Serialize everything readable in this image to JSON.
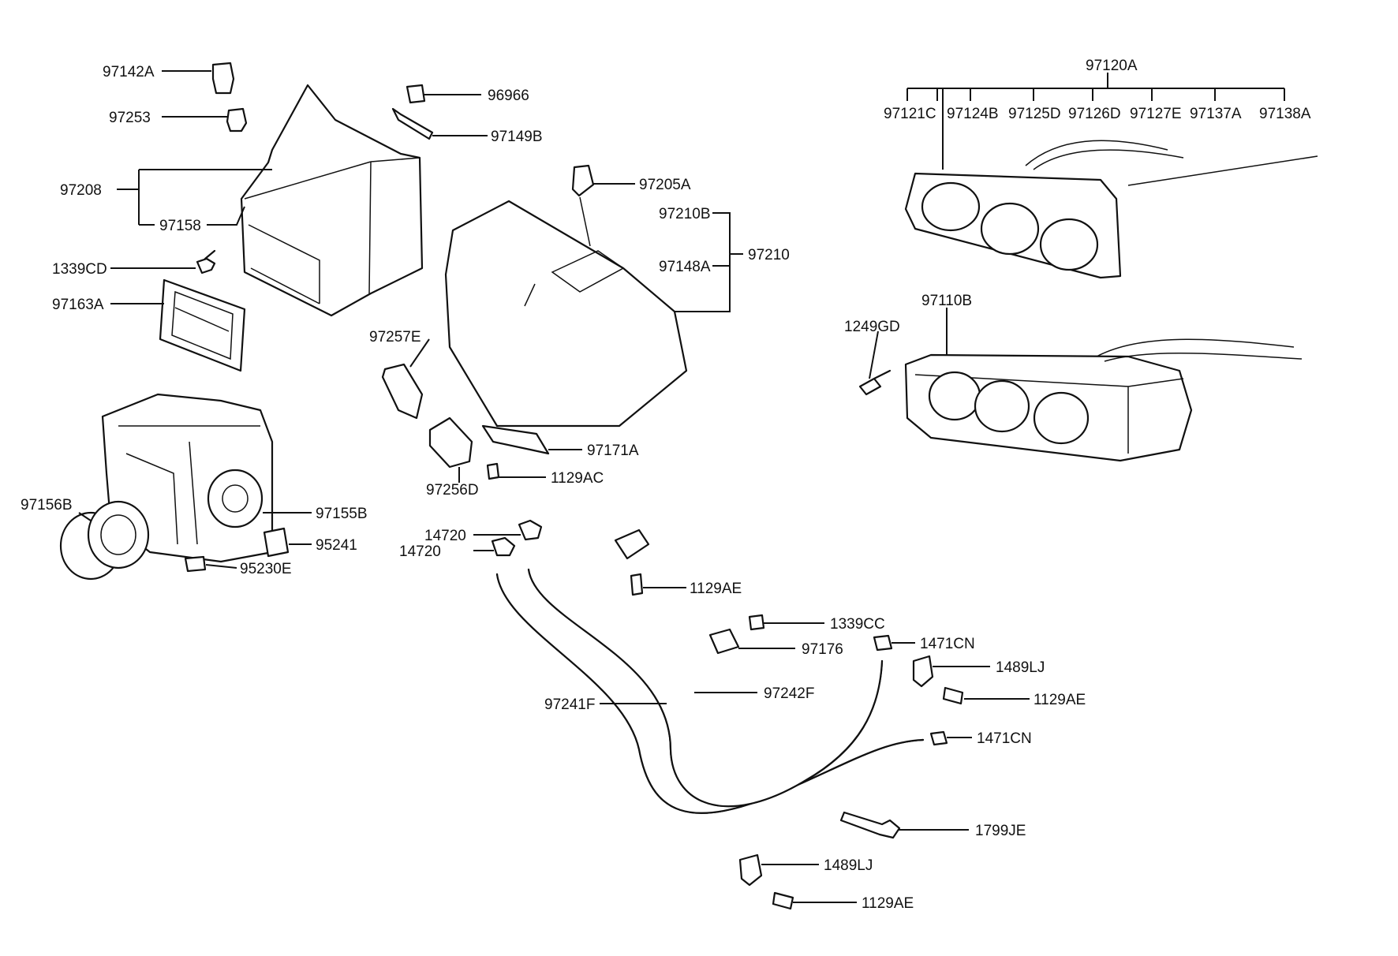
{
  "labels": {
    "p97142A": "97142A",
    "p97253": "97253",
    "p97208": "97208",
    "p97158": "97158",
    "p1339CD": "1339CD",
    "p97163A": "97163A",
    "p96966": "96966",
    "p97149B": "97149B",
    "p97205A": "97205A",
    "p97210B": "97210B",
    "p97148A": "97148A",
    "p97210": "97210",
    "p97257E": "97257E",
    "p97171A": "97171A",
    "p97256D": "97256D",
    "p1129AC": "1129AC",
    "p97156B": "97156B",
    "p97155B": "97155B",
    "p95241": "95241",
    "p95230E": "95230E",
    "p14720a": "14720",
    "p14720b": "14720",
    "p1129AE_a": "1129AE",
    "p1339CC": "1339CC",
    "p97176": "97176",
    "p1471CN_a": "1471CN",
    "p1489LJ_a": "1489LJ",
    "p97241F": "97241F",
    "p97242F": "97242F",
    "p1129AE_b": "1129AE",
    "p1471CN_b": "1471CN",
    "p1799JE": "1799JE",
    "p1489LJ_b": "1489LJ",
    "p1129AE_c": "1129AE",
    "p97120A": "97120A",
    "p97121C": "97121C",
    "p97124B": "97124B",
    "p97125D": "97125D",
    "p97126D": "97126D",
    "p97127E": "97127E",
    "p97137A": "97137A",
    "p97138A": "97138A",
    "p97110B": "97110B",
    "p1249GD": "1249GD"
  }
}
